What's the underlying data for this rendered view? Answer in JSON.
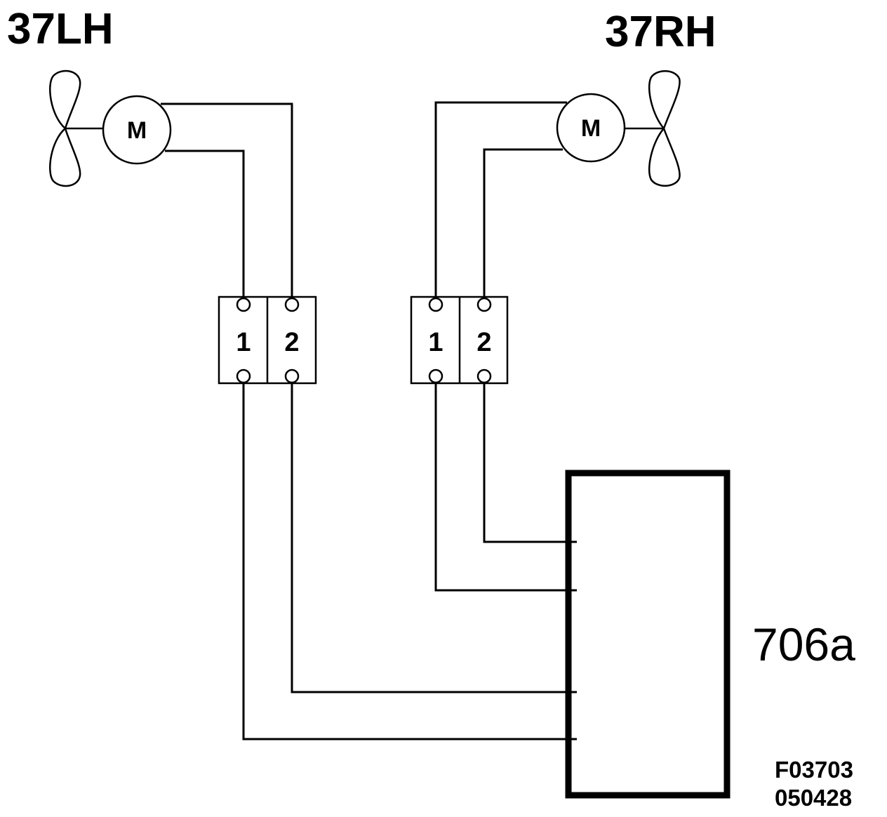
{
  "labels": {
    "left_fan": "37LH",
    "right_fan": "37RH",
    "controller": "706a",
    "figure_code": "F03703",
    "figure_date": "050428"
  },
  "motors": {
    "left_symbol": "M",
    "right_symbol": "M"
  },
  "connectors": {
    "left": {
      "pins": [
        "1",
        "2"
      ]
    },
    "right": {
      "pins": [
        "1",
        "2"
      ]
    }
  },
  "colors": {
    "line": "#000000",
    "background": "#ffffff"
  }
}
